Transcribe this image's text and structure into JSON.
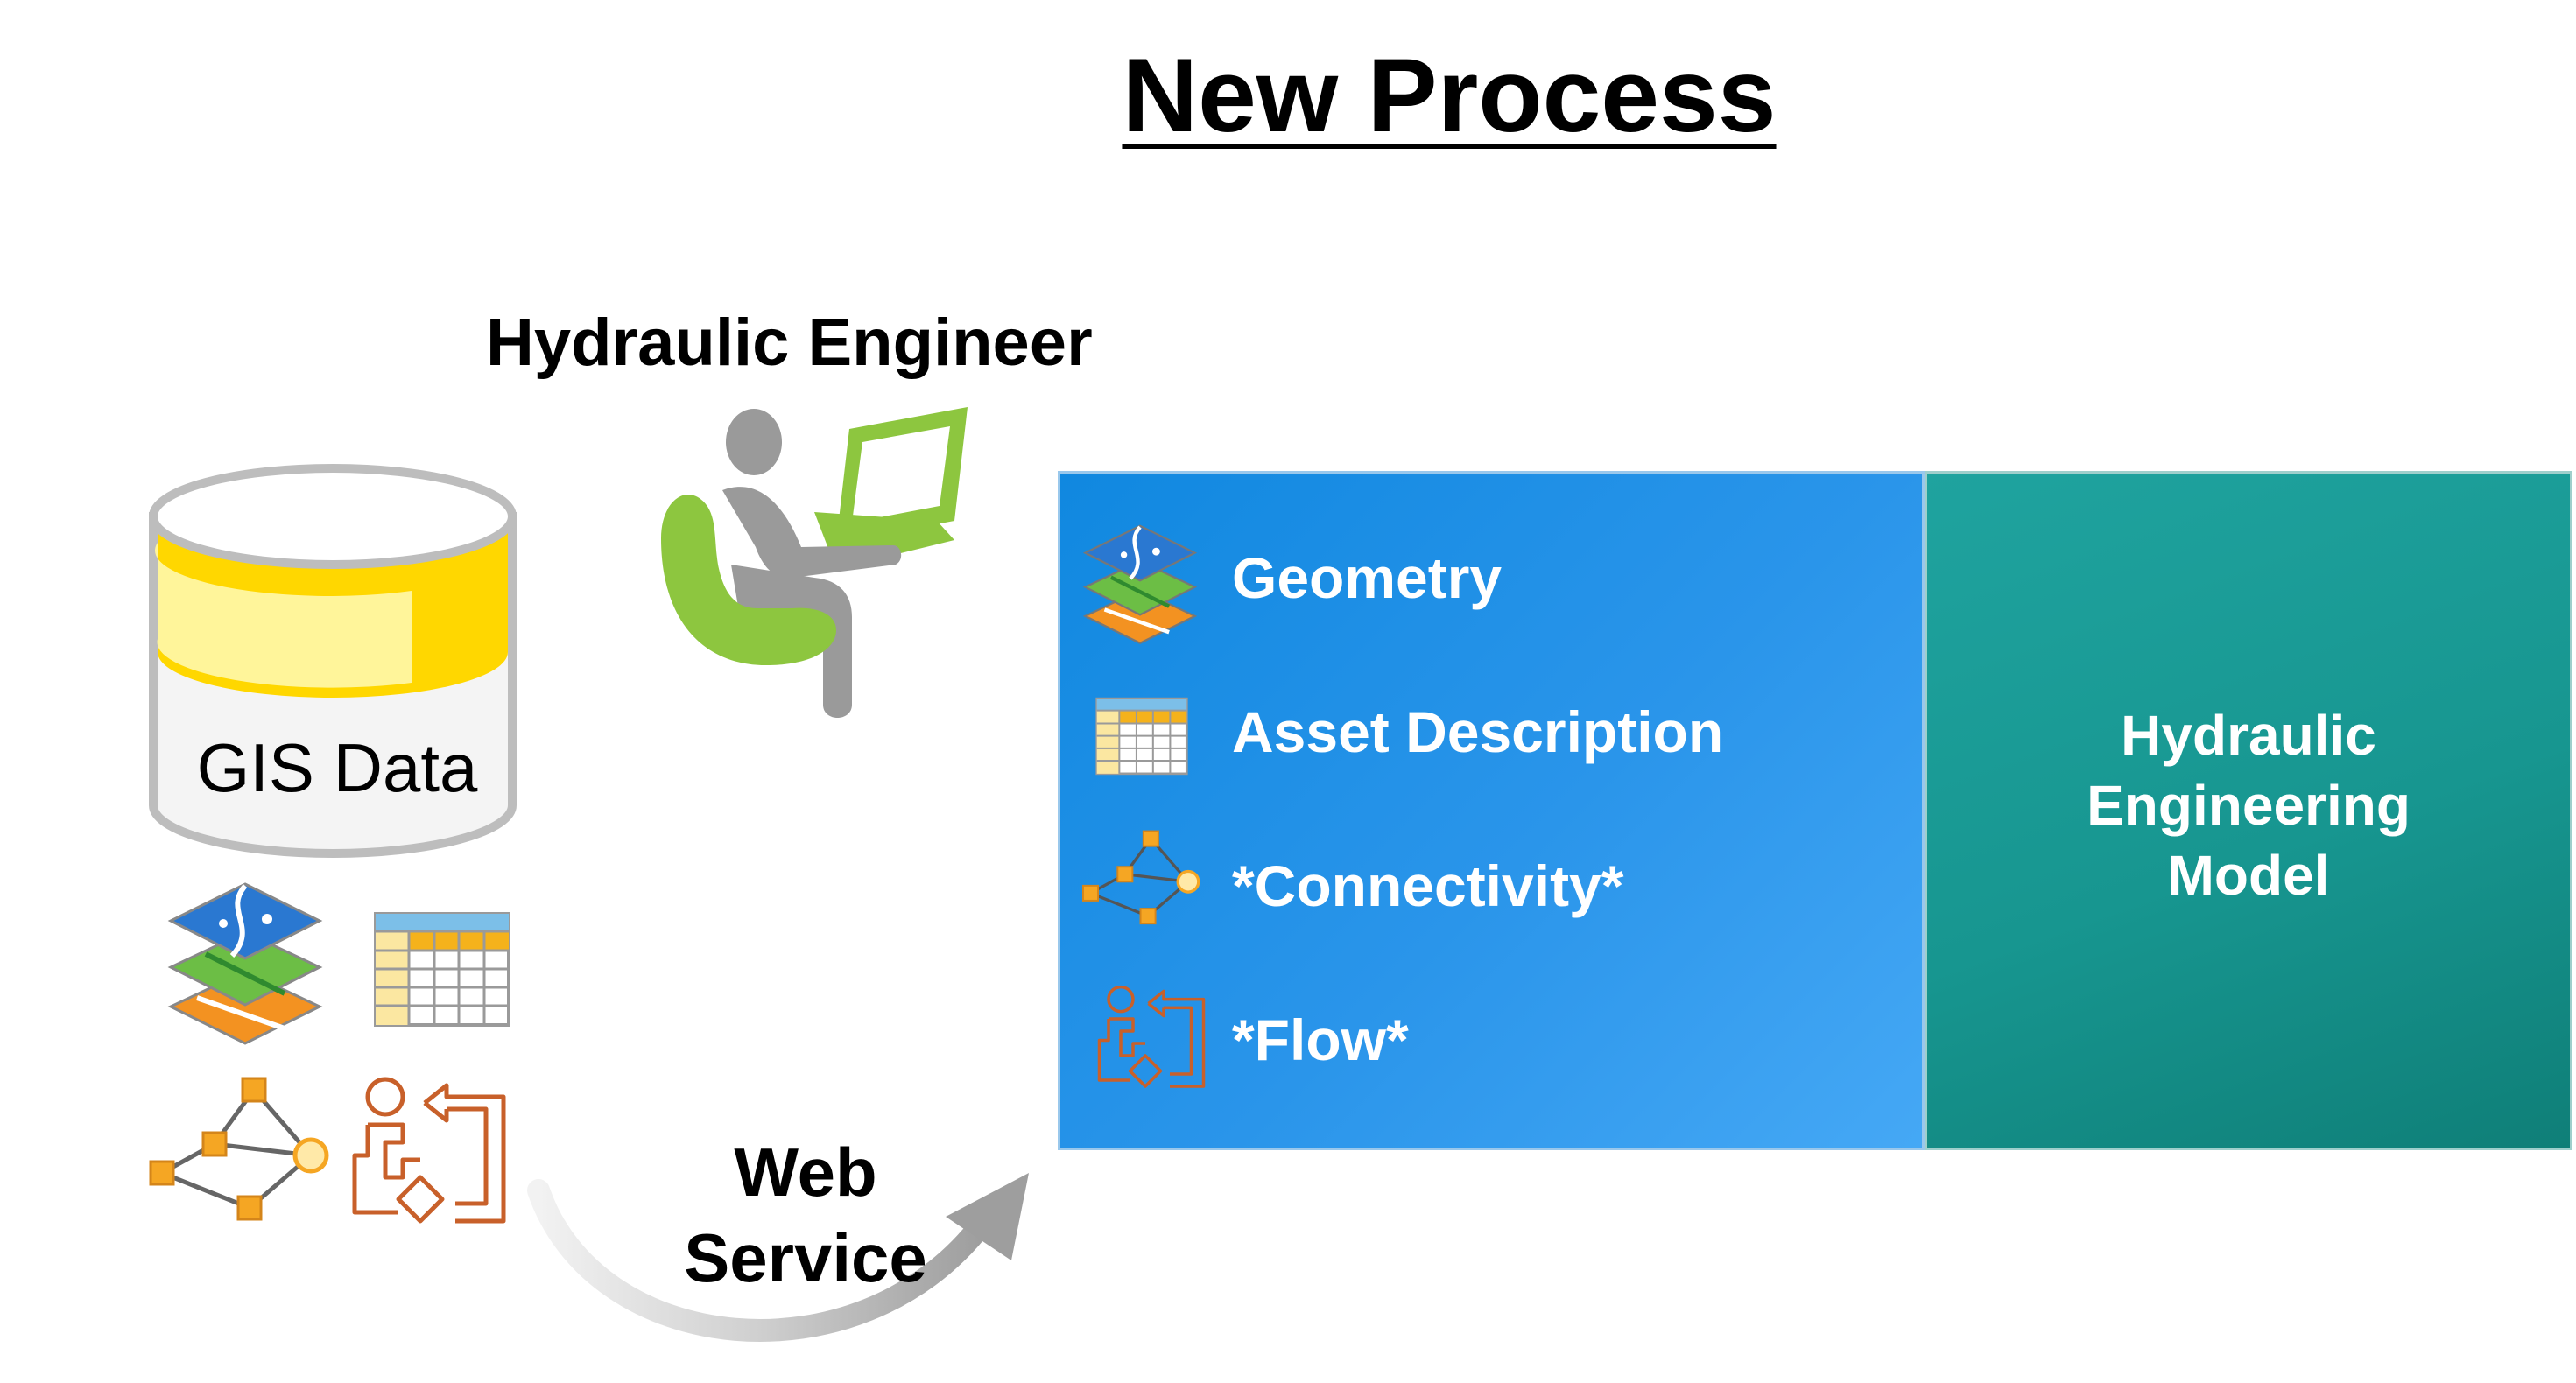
{
  "title": "New Process",
  "role_label": "Hydraulic Engineer",
  "database": {
    "label": "GIS Data"
  },
  "web_service": {
    "line1": "Web",
    "line2": "Service"
  },
  "data_panel": {
    "items": [
      {
        "label": "Geometry",
        "icon": "map-layers-icon"
      },
      {
        "label": "Asset Description",
        "icon": "table-icon"
      },
      {
        "label": "*Connectivity*",
        "icon": "network-icon"
      },
      {
        "label": "*Flow*",
        "icon": "flow-icon"
      }
    ]
  },
  "model_panel": {
    "line1": "Hydraulic",
    "line2": "Engineering",
    "line3": "Model"
  },
  "colors": {
    "blue_panel": "#1088e0",
    "teal_panel": "#179690",
    "database_yellow": "#ffd700",
    "engineer_green": "#8dc63f",
    "person_gray": "#9a9a9a",
    "network_orange": "#f5a623",
    "flow_brown": "#c8602a"
  }
}
